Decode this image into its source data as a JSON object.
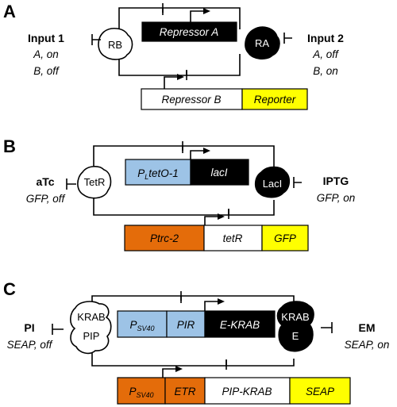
{
  "panels": [
    {
      "label": "A",
      "left_input": {
        "name": "Input 1",
        "state1": "A, on",
        "state2": "B, off"
      },
      "right_input": {
        "name": "Input 2",
        "state1": "A, off",
        "state2": "B, on"
      },
      "left_protein": "RB",
      "right_protein": "RA",
      "top_cassette": [
        {
          "text": "Repressor A",
          "fill": "#000000",
          "color": "#ffffff"
        }
      ],
      "bottom_cassette": [
        {
          "text": "Repressor B",
          "fill": "#ffffff",
          "color": "#000000"
        },
        {
          "text": "Reporter",
          "fill": "#ffff00",
          "color": "#000000"
        }
      ]
    },
    {
      "label": "B",
      "left_input": {
        "name": "aTc",
        "state1": "GFP, off"
      },
      "right_input": {
        "name": "IPTG",
        "state1": "GFP, on"
      },
      "left_protein": "TetR",
      "right_protein": "LacI",
      "top_cassette": [
        {
          "text_main": "P",
          "text_sub": "L",
          "text_after": "tetO-1",
          "fill": "#9dc3e6",
          "color": "#000000"
        },
        {
          "text": "lacI",
          "fill": "#000000",
          "color": "#ffffff"
        }
      ],
      "bottom_cassette": [
        {
          "text": "Ptrc-2",
          "fill": "#e46c0a",
          "color": "#000000"
        },
        {
          "text": "tetR",
          "fill": "#ffffff",
          "color": "#000000"
        },
        {
          "text": "GFP",
          "fill": "#ffff00",
          "color": "#000000"
        }
      ]
    },
    {
      "label": "C",
      "left_input": {
        "name": "PI",
        "state1": "SEAP, off"
      },
      "right_input": {
        "name": "EM",
        "state1": "SEAP, on"
      },
      "left_protein_line1": "KRAB",
      "left_protein_line2": "PIP",
      "right_protein_line1": "KRAB",
      "right_protein_line2": "E",
      "top_cassette": [
        {
          "text_main": "P",
          "text_sub": "SV40",
          "fill": "#9dc3e6",
          "color": "#000000"
        },
        {
          "text": "PIR",
          "fill": "#9dc3e6",
          "color": "#000000"
        },
        {
          "text": "E-KRAB",
          "fill": "#000000",
          "color": "#ffffff"
        }
      ],
      "bottom_cassette": [
        {
          "text_main": "P",
          "text_sub": "SV40",
          "fill": "#e46c0a",
          "color": "#000000"
        },
        {
          "text": "ETR",
          "fill": "#e46c0a",
          "color": "#000000"
        },
        {
          "text": "PIP-KRAB",
          "fill": "#ffffff",
          "color": "#000000"
        },
        {
          "text": "SEAP",
          "fill": "#ffff00",
          "color": "#000000"
        }
      ]
    }
  ]
}
